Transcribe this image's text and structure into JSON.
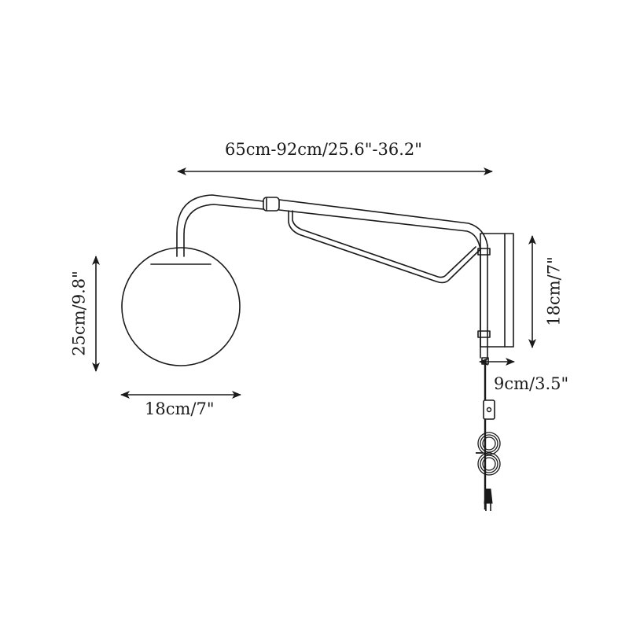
{
  "diagram": {
    "subject": "swing-arm wall lamp with globe shade and plug-in cord",
    "dimensions": {
      "arm_length": "65cm-92cm/25.6\"-36.2\"",
      "globe_height": "25cm/9.8\"",
      "globe_width": "18cm/7\"",
      "backplate_height": "18cm/7\"",
      "backplate_depth": "9cm/3.5\""
    },
    "colors": {
      "line": "#1a1a1a",
      "background": "#ffffff"
    }
  }
}
